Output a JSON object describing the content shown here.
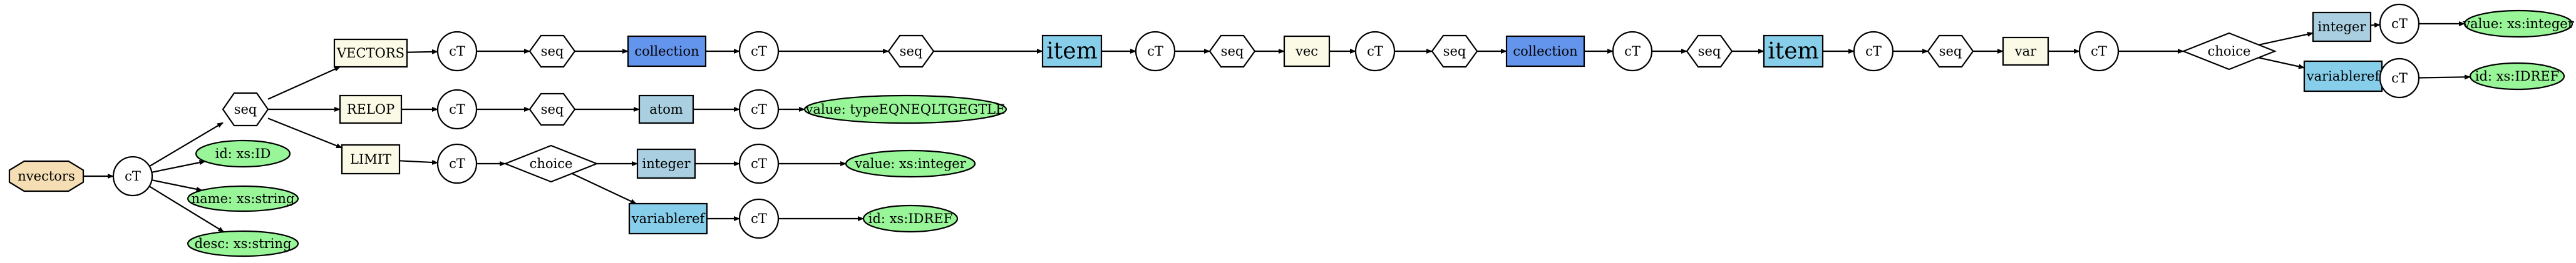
{
  "colors": {
    "root": "#f5deb3",
    "element": "#fafae6",
    "collection": "#6495ed",
    "item": "#87ceeb",
    "atom": "#a9cfe0",
    "integer": "#a9cfe0",
    "variableref": "#87ceeb",
    "attribute": "#98f598",
    "plain": "#ffffff"
  },
  "nodes": [
    {
      "id": "n0",
      "label": "nvectors",
      "shape": "octagon",
      "fill": "root"
    },
    {
      "id": "n1",
      "label": "cT",
      "shape": "circle",
      "fill": "plain"
    },
    {
      "id": "n2",
      "label": "seq",
      "shape": "hexagon",
      "fill": "plain"
    },
    {
      "id": "n3",
      "label": "id: xs:ID",
      "shape": "ellipse",
      "fill": "attribute",
      "outline": true
    },
    {
      "id": "n4",
      "label": "name: xs:string",
      "shape": "ellipse",
      "fill": "attribute",
      "outline": false
    },
    {
      "id": "n5",
      "label": "desc: xs:string",
      "shape": "ellipse",
      "fill": "attribute",
      "outline": false
    },
    {
      "id": "n6",
      "label": "VECTORS",
      "shape": "rect",
      "fill": "element"
    },
    {
      "id": "n7",
      "label": "RELOP",
      "shape": "rect",
      "fill": "element"
    },
    {
      "id": "n8",
      "label": "LIMIT",
      "shape": "rect",
      "fill": "element"
    },
    {
      "id": "n9",
      "label": "cT",
      "shape": "circle",
      "fill": "plain"
    },
    {
      "id": "n10",
      "label": "seq",
      "shape": "hexagon",
      "fill": "plain"
    },
    {
      "id": "n11",
      "label": "collection",
      "shape": "rect",
      "fill": "collection"
    },
    {
      "id": "n12",
      "label": "cT",
      "shape": "circle",
      "fill": "plain"
    },
    {
      "id": "n13",
      "label": "seq",
      "shape": "hexagon",
      "fill": "plain"
    },
    {
      "id": "n14",
      "label": "item",
      "shape": "rect",
      "fill": "item",
      "big": true
    },
    {
      "id": "n15",
      "label": "cT",
      "shape": "circle",
      "fill": "plain"
    },
    {
      "id": "n16",
      "label": "seq",
      "shape": "hexagon",
      "fill": "plain"
    },
    {
      "id": "n17",
      "label": "vec",
      "shape": "rect",
      "fill": "element"
    },
    {
      "id": "n18",
      "label": "cT",
      "shape": "circle",
      "fill": "plain"
    },
    {
      "id": "n19",
      "label": "seq",
      "shape": "hexagon",
      "fill": "plain"
    },
    {
      "id": "n20",
      "label": "collection",
      "shape": "rect",
      "fill": "collection"
    },
    {
      "id": "n21",
      "label": "cT",
      "shape": "circle",
      "fill": "plain"
    },
    {
      "id": "n22",
      "label": "seq",
      "shape": "hexagon",
      "fill": "plain"
    },
    {
      "id": "n23",
      "label": "item",
      "shape": "rect",
      "fill": "item",
      "big": true
    },
    {
      "id": "n24",
      "label": "cT",
      "shape": "circle",
      "fill": "plain"
    },
    {
      "id": "n25",
      "label": "seq",
      "shape": "hexagon",
      "fill": "plain"
    },
    {
      "id": "n26",
      "label": "var",
      "shape": "rect",
      "fill": "element",
      "thin": true
    },
    {
      "id": "n27",
      "label": "cT",
      "shape": "circle",
      "fill": "plain"
    },
    {
      "id": "n28",
      "label": "choice",
      "shape": "diamond",
      "fill": "plain"
    },
    {
      "id": "n29",
      "label": "integer",
      "shape": "rect",
      "fill": "integer"
    },
    {
      "id": "n30",
      "label": "cT",
      "shape": "circle",
      "fill": "plain"
    },
    {
      "id": "n31",
      "label": "value: xs:integer",
      "shape": "ellipse",
      "fill": "attribute",
      "outline": true
    },
    {
      "id": "n32",
      "label": "variableref",
      "shape": "rect",
      "fill": "variableref"
    },
    {
      "id": "n33",
      "label": "cT",
      "shape": "circle",
      "fill": "plain"
    },
    {
      "id": "n34",
      "label": "id: xs:IDREF",
      "shape": "ellipse",
      "fill": "attribute",
      "outline": true
    },
    {
      "id": "n35",
      "label": "cT",
      "shape": "circle",
      "fill": "plain"
    },
    {
      "id": "n36",
      "label": "seq",
      "shape": "hexagon",
      "fill": "plain"
    },
    {
      "id": "n37",
      "label": "atom",
      "shape": "rect",
      "fill": "atom"
    },
    {
      "id": "n38",
      "label": "cT",
      "shape": "circle",
      "fill": "plain"
    },
    {
      "id": "n39",
      "label": "value: typeEQNEQLTGEGTLE",
      "shape": "ellipse",
      "fill": "attribute",
      "outline": true
    },
    {
      "id": "n40",
      "label": "cT",
      "shape": "circle",
      "fill": "plain"
    },
    {
      "id": "n41",
      "label": "choice",
      "shape": "diamond",
      "fill": "plain"
    },
    {
      "id": "n42",
      "label": "integer",
      "shape": "rect",
      "fill": "integer"
    },
    {
      "id": "n43",
      "label": "cT",
      "shape": "circle",
      "fill": "plain"
    },
    {
      "id": "n44",
      "label": "value: xs:integer",
      "shape": "ellipse",
      "fill": "attribute",
      "outline": true
    },
    {
      "id": "n45",
      "label": "variableref",
      "shape": "rect",
      "fill": "variableref"
    },
    {
      "id": "n46",
      "label": "cT",
      "shape": "circle",
      "fill": "plain"
    },
    {
      "id": "n47",
      "label": "id: xs:IDREF",
      "shape": "ellipse",
      "fill": "attribute",
      "outline": true
    }
  ],
  "edges": [
    [
      "n0",
      "n1"
    ],
    [
      "n1",
      "n2"
    ],
    [
      "n1",
      "n3"
    ],
    [
      "n1",
      "n4"
    ],
    [
      "n1",
      "n5"
    ],
    [
      "n2",
      "n6"
    ],
    [
      "n2",
      "n7"
    ],
    [
      "n2",
      "n8"
    ],
    [
      "n6",
      "n9"
    ],
    [
      "n9",
      "n10"
    ],
    [
      "n10",
      "n11"
    ],
    [
      "n11",
      "n12"
    ],
    [
      "n12",
      "n13"
    ],
    [
      "n13",
      "n14"
    ],
    [
      "n14",
      "n15"
    ],
    [
      "n15",
      "n16"
    ],
    [
      "n16",
      "n17"
    ],
    [
      "n17",
      "n18"
    ],
    [
      "n18",
      "n19"
    ],
    [
      "n19",
      "n20"
    ],
    [
      "n20",
      "n21"
    ],
    [
      "n21",
      "n22"
    ],
    [
      "n22",
      "n23"
    ],
    [
      "n23",
      "n24"
    ],
    [
      "n24",
      "n25"
    ],
    [
      "n25",
      "n26"
    ],
    [
      "n26",
      "n27"
    ],
    [
      "n27",
      "n28"
    ],
    [
      "n28",
      "n29"
    ],
    [
      "n29",
      "n30"
    ],
    [
      "n30",
      "n31"
    ],
    [
      "n28",
      "n32"
    ],
    [
      "n32",
      "n33"
    ],
    [
      "n33",
      "n34"
    ],
    [
      "n7",
      "n35"
    ],
    [
      "n35",
      "n36"
    ],
    [
      "n36",
      "n37"
    ],
    [
      "n37",
      "n38"
    ],
    [
      "n38",
      "n39"
    ],
    [
      "n8",
      "n40"
    ],
    [
      "n40",
      "n41"
    ],
    [
      "n41",
      "n42"
    ],
    [
      "n42",
      "n43"
    ],
    [
      "n43",
      "n44"
    ],
    [
      "n41",
      "n45"
    ],
    [
      "n45",
      "n46"
    ],
    [
      "n46",
      "n47"
    ]
  ]
}
